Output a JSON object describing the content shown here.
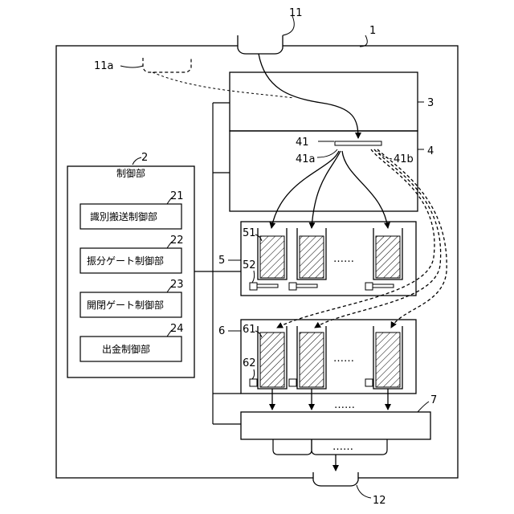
{
  "refs": {
    "r1": "1",
    "r2": "2",
    "r3": "3",
    "r4": "4",
    "r5": "5",
    "r6": "6",
    "r7": "7",
    "r11": "11",
    "r11a": "11a",
    "r12": "12",
    "r21": "21",
    "r22": "22",
    "r23": "23",
    "r24": "24",
    "r41": "41",
    "r41a": "41a",
    "r41b": "41b",
    "r51": "51",
    "r52": "52",
    "r61": "61",
    "r62": "62"
  },
  "control_unit": {
    "title": "制御部",
    "items": [
      "識別搬送制御部",
      "振分ゲート制御部",
      "開閉ゲート制御部",
      "出金制御部"
    ]
  },
  "ellipsis": "……"
}
